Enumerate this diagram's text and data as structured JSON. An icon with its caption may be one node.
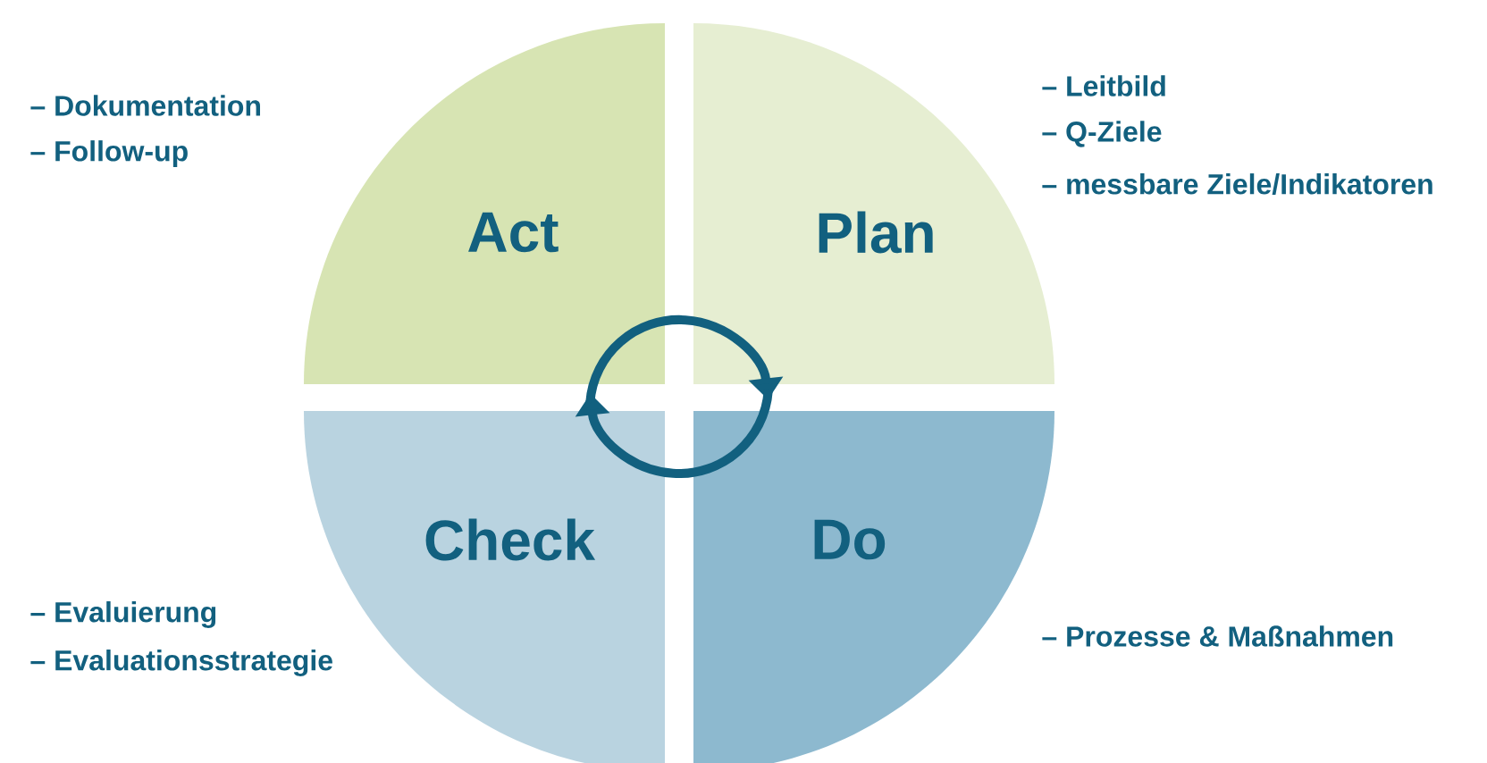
{
  "diagram": {
    "nodes": [
      {
        "text": [
          "Act"
        ],
        "beside": [
          "– Dokumentation",
          "– Follow-up"
        ]
      },
      {
        "text": [
          "Plan"
        ],
        "beside": [
          "– Leitbild",
          "– Q-Ziele",
          "– messbare Ziele/Indikatoren"
        ]
      },
      {
        "text": [
          "Check"
        ],
        "beside": [
          "– Evaluierung",
          "– Evaluationsstrategie"
        ]
      },
      {
        "text": [
          "Do"
        ],
        "beside": [
          "– Prozesse & Maßnahmen"
        ]
      }
    ],
    "edges": [
      {
        "from": 0,
        "to": 1,
        "arrow": "to"
      },
      {
        "from": 3,
        "to": 2,
        "arrow": "to"
      }
    ]
  }
}
